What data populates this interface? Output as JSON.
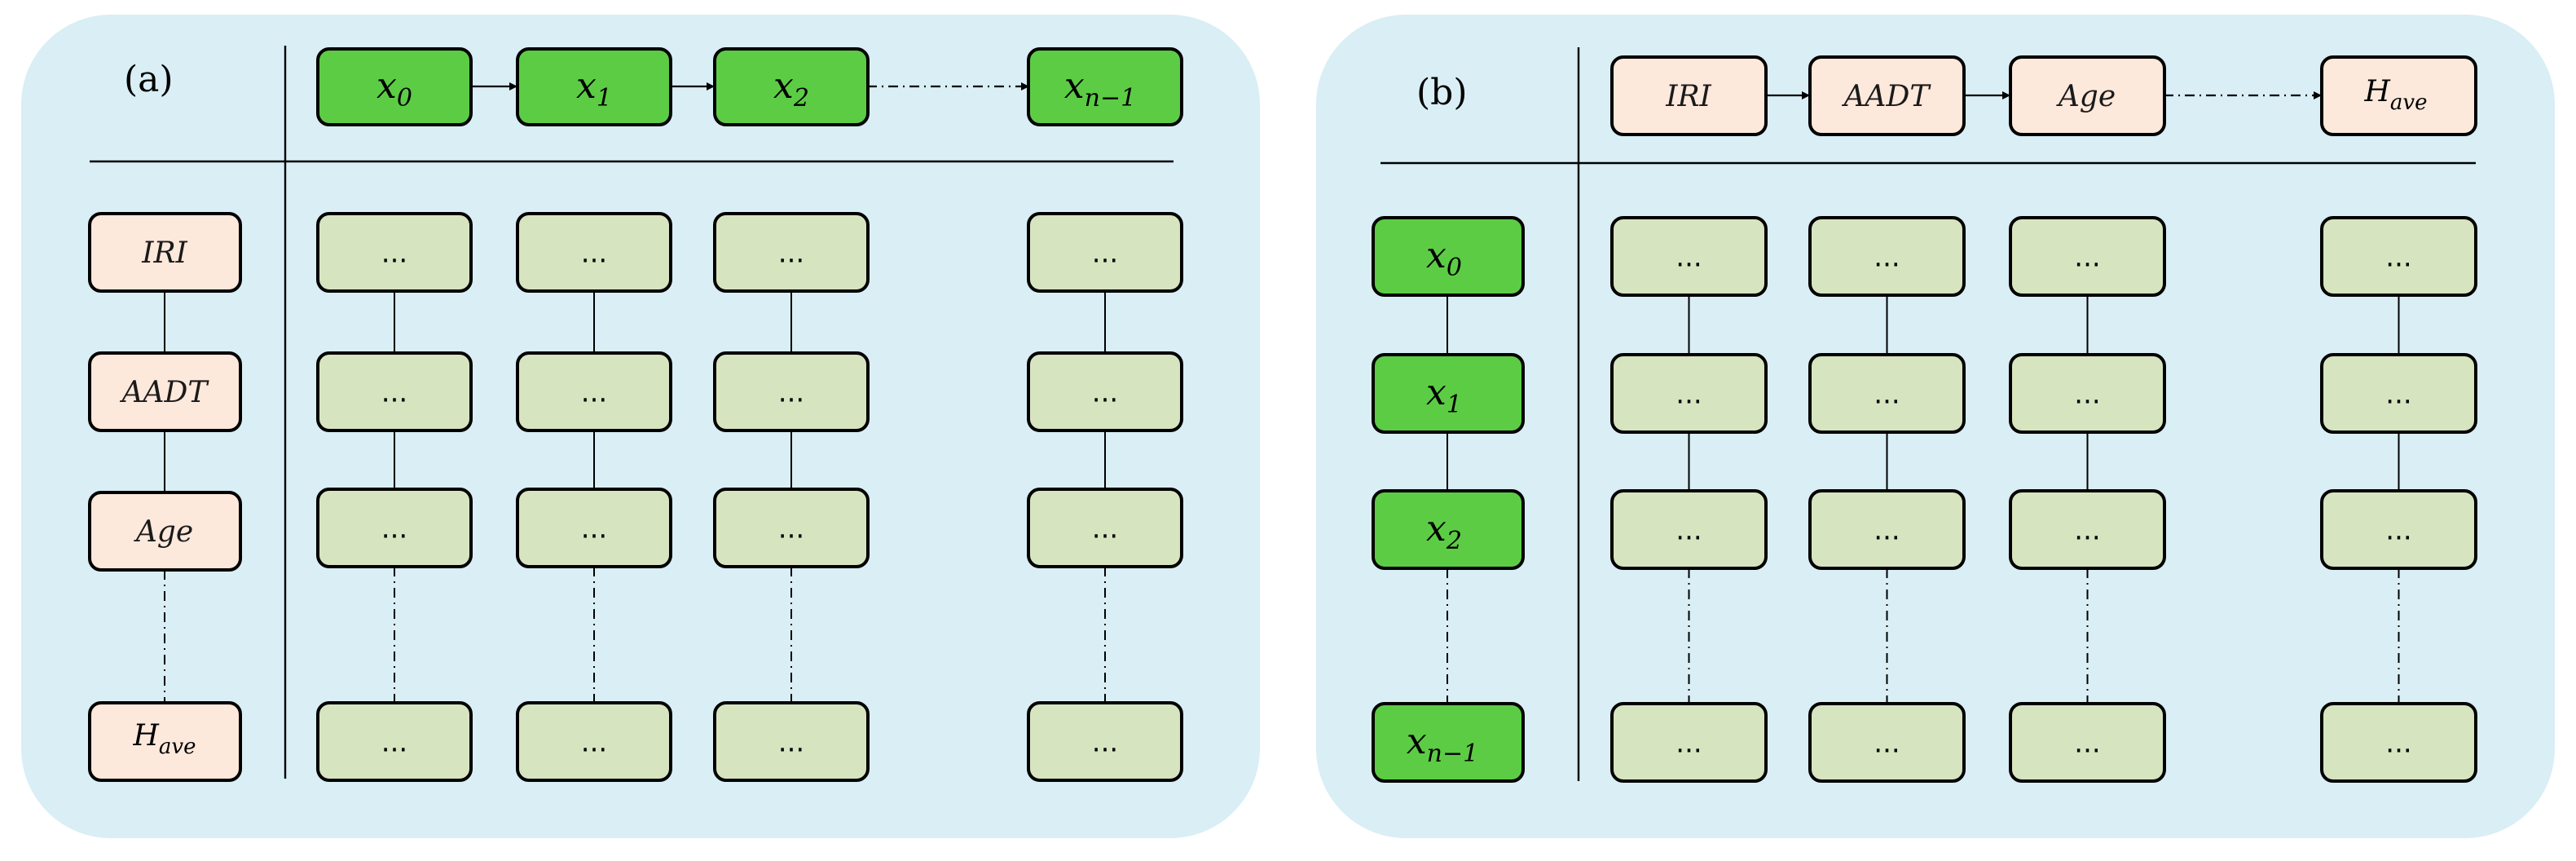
{
  "panel_a": {
    "tag": "(a)",
    "top": [
      {
        "base": "x",
        "sub": "0"
      },
      {
        "base": "x",
        "sub": "1"
      },
      {
        "base": "x",
        "sub": "2"
      },
      {
        "base": "x",
        "sub": "n−1"
      }
    ],
    "left": [
      {
        "base": "IRI",
        "sub": ""
      },
      {
        "base": "AADT",
        "sub": ""
      },
      {
        "base": "Age",
        "sub": ""
      },
      {
        "base": "H",
        "sub": "ave"
      }
    ]
  },
  "panel_b": {
    "tag": "(b)",
    "top": [
      {
        "base": "IRI",
        "sub": ""
      },
      {
        "base": "AADT",
        "sub": ""
      },
      {
        "base": "Age",
        "sub": ""
      },
      {
        "base": "H",
        "sub": "ave"
      }
    ],
    "left": [
      {
        "base": "x",
        "sub": "0"
      },
      {
        "base": "x",
        "sub": "1"
      },
      {
        "base": "x",
        "sub": "2"
      },
      {
        "base": "x",
        "sub": "n−1"
      }
    ]
  },
  "cell_text": "...",
  "colors": {
    "panel_bg": "#d9eef5",
    "green_node": "#5ccc45",
    "pink_node": "#fde8dc",
    "cell_node": "#d7e4c0"
  }
}
